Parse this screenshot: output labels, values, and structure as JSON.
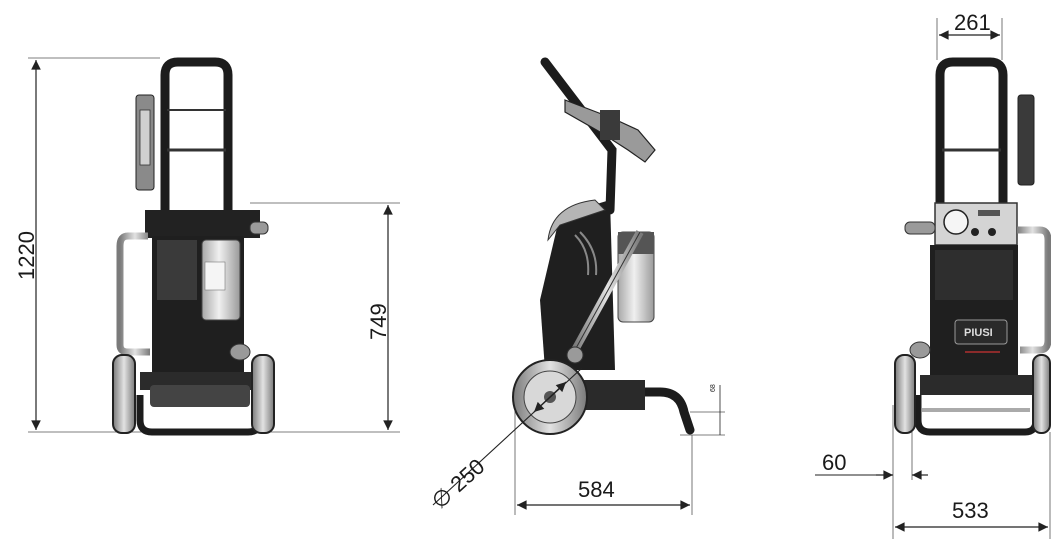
{
  "dimensions": {
    "total_height": "1220",
    "body_height": "749",
    "wheel_diameter": "∅ 250",
    "depth": "584",
    "handle_width": "261",
    "wheel_width": "60",
    "base_width": "533"
  },
  "brand_logo": "PIUSI",
  "colors": {
    "frame": "#1c1c1c",
    "body": "#2a2a2a",
    "metal": "#b8b8b8",
    "filter_bowl": "#d6d6d6",
    "dim_line": "#333333"
  }
}
